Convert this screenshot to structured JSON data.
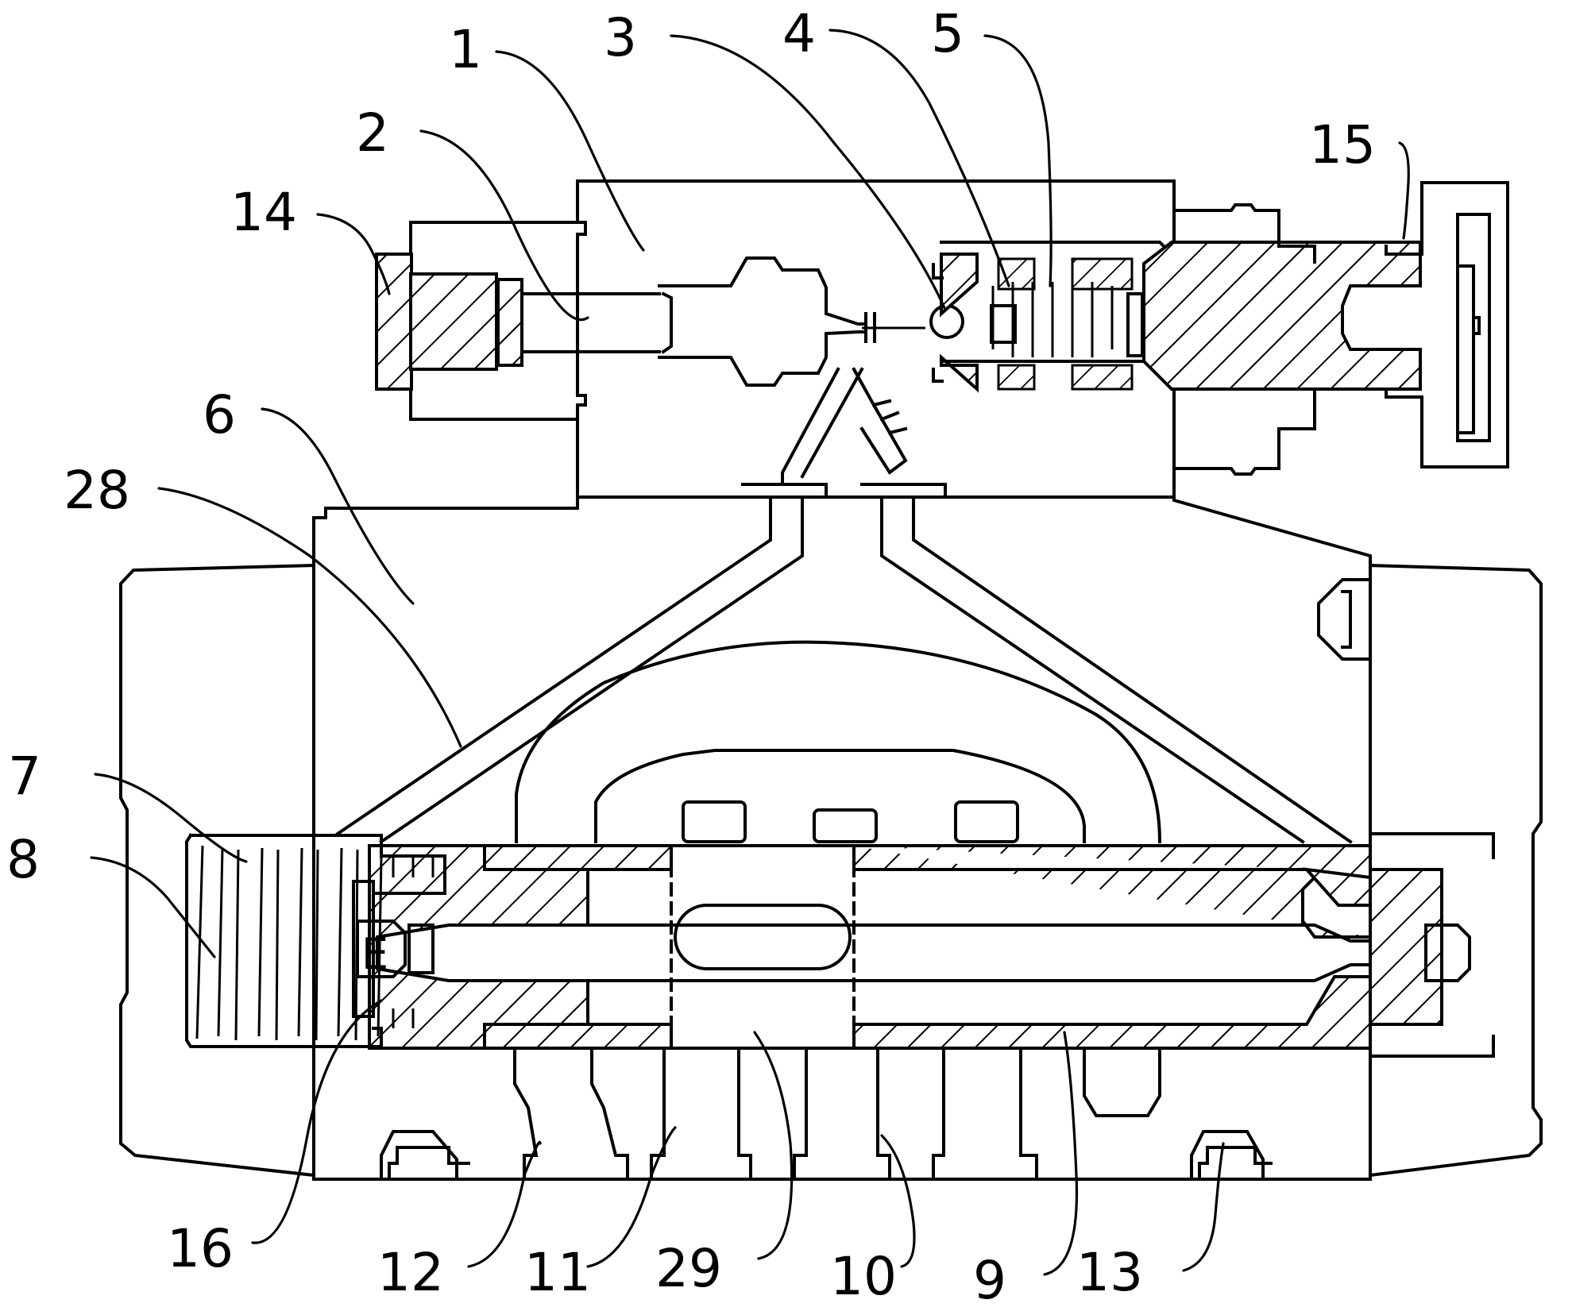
{
  "figure": {
    "type": "cross-section engineering drawing",
    "colors": {
      "line": "#000000",
      "background": "#ffffff"
    }
  },
  "labels": [
    {
      "id": "1",
      "text": "1"
    },
    {
      "id": "2",
      "text": "2"
    },
    {
      "id": "3",
      "text": "3"
    },
    {
      "id": "4",
      "text": "4"
    },
    {
      "id": "5",
      "text": "5"
    },
    {
      "id": "6",
      "text": "6"
    },
    {
      "id": "7",
      "text": "7"
    },
    {
      "id": "8",
      "text": "8"
    },
    {
      "id": "9",
      "text": "9"
    },
    {
      "id": "10",
      "text": "10"
    },
    {
      "id": "11",
      "text": "11"
    },
    {
      "id": "12",
      "text": "12"
    },
    {
      "id": "13",
      "text": "13"
    },
    {
      "id": "14",
      "text": "14"
    },
    {
      "id": "15",
      "text": "15"
    },
    {
      "id": "16",
      "text": "16"
    },
    {
      "id": "28",
      "text": "28"
    },
    {
      "id": "29",
      "text": "29"
    }
  ]
}
